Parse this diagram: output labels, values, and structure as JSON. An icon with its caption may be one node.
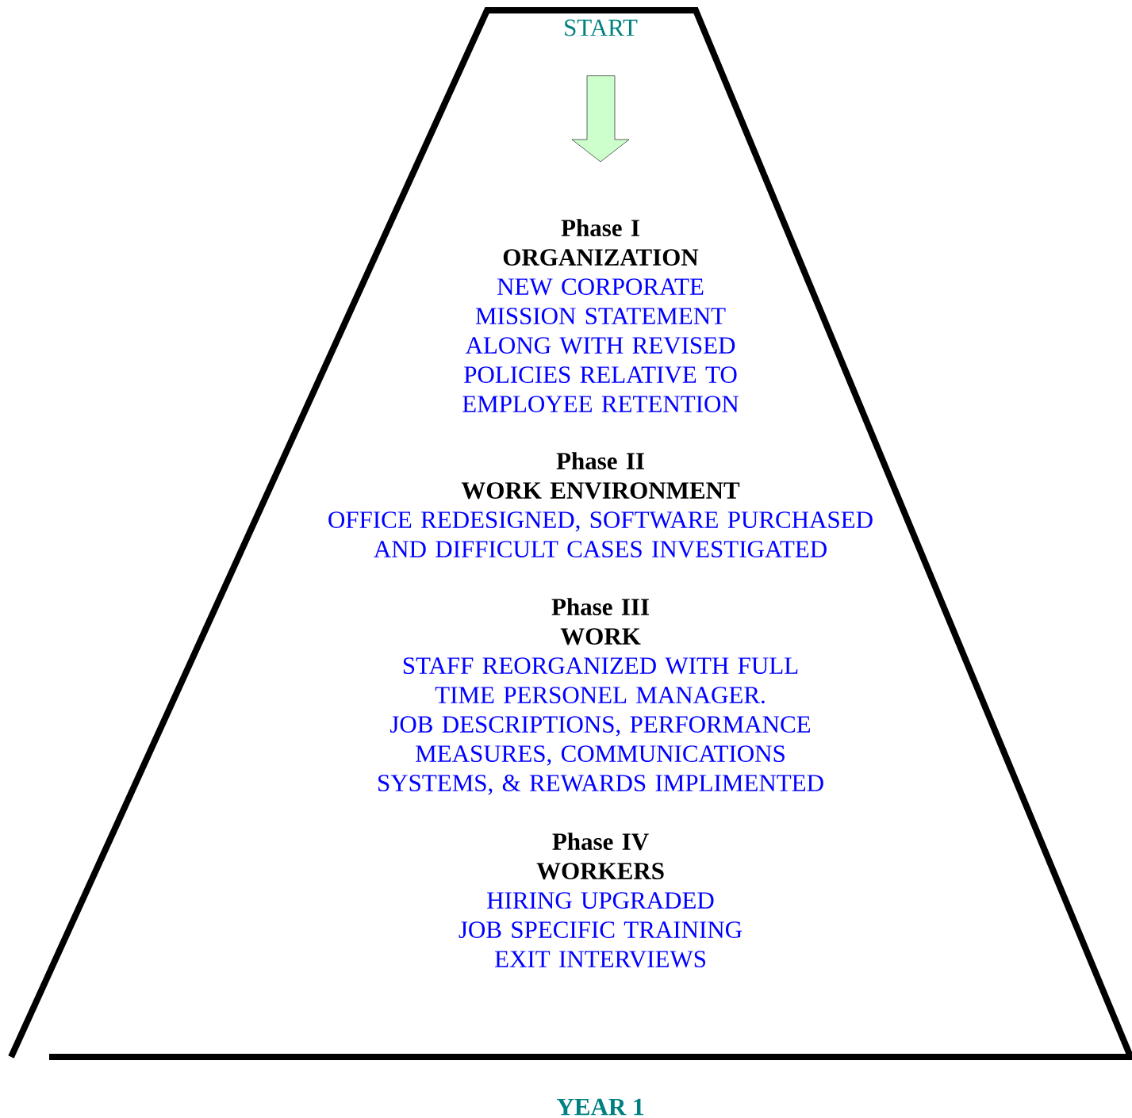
{
  "diagram": {
    "nodes": [
      {
        "text": [],
        "shape": "trapezoid"
      },
      {
        "text": [
          "START"
        ],
        "in": 0
      },
      {
        "text": [
          "Phase I",
          "ORGANIZATION",
          "NEW CORPORATE MISSION STATEMENT",
          "ALONG WITH REVISED POLICIES RELATIVE TO EMPLOYEE RETENTION"
        ],
        "in": 0
      },
      {
        "text": [
          "Phase II",
          "WORK ENVIRONMENT",
          "OFFICE REDESIGNED, SOFTWARE PURCHASED AND DIFFICULT CASES INVESTIGATED"
        ],
        "in": 0
      },
      {
        "text": [
          "Phase III",
          "WORK",
          "STAFF REORGANIZED WITH FULL TIME PERSONEL MANAGER.",
          "JOB DESCRIPTIONS, PERFORMANCE MEASURES, COMMUNICATIONS SYSTEMS, & REWARDS IMPLIMENTED"
        ],
        "in": 0
      },
      {
        "text": [
          "Phase IV",
          "WORKERS",
          "HIRING UPGRADED",
          "JOB SPECIFIC TRAINING",
          "EXIT INTERVIEWS"
        ],
        "in": 0
      }
    ],
    "edges": [
      {
        "from": 1,
        "to": 2,
        "arrow": "to"
      }
    ],
    "labels": [
      "YEAR 1"
    ]
  }
}
